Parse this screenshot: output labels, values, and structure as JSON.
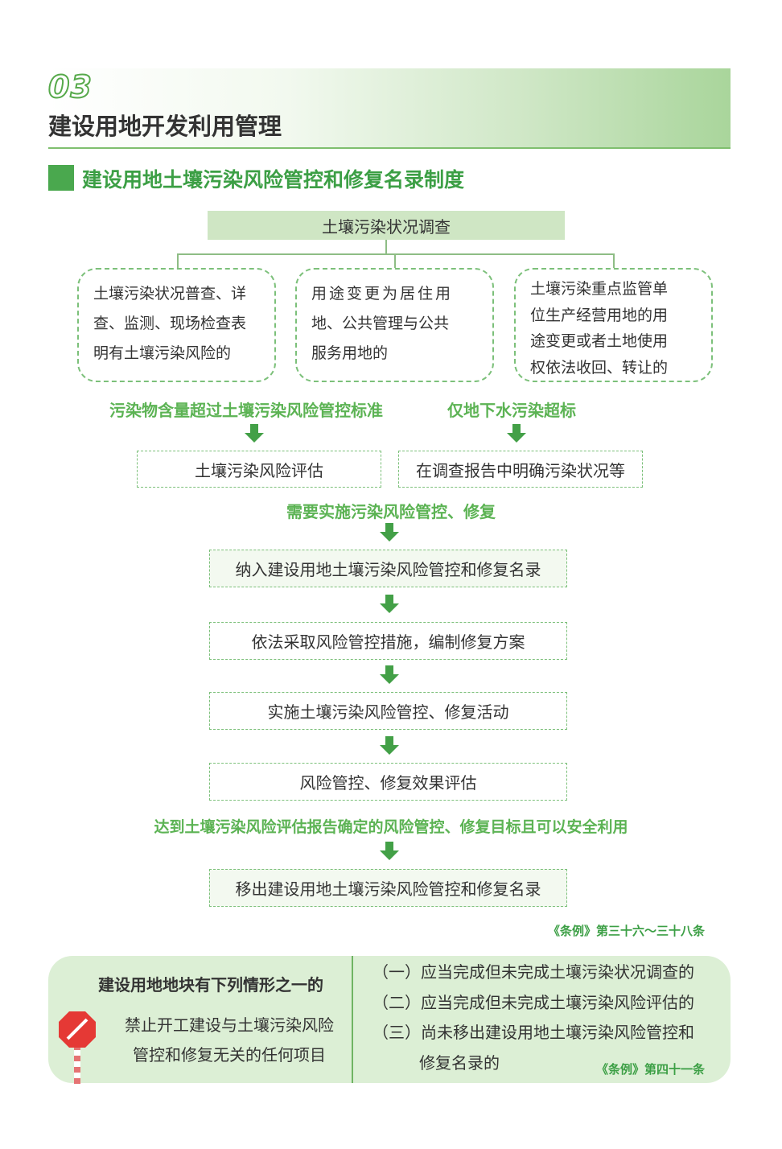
{
  "header": {
    "chapter_number": "03",
    "chapter_title": "建设用地开发利用管理",
    "section_title": "建设用地土壤污染风险管控和修复名录制度"
  },
  "flowchart": {
    "top_box": "土壤污染状况调查",
    "triggers": [
      [
        "土壤污染状况普查、详",
        "查、监测、现场检查表",
        "明有土壤污染风险的"
      ],
      [
        "用途变更为居住用",
        "地、公共管理与公共",
        "服务用地的"
      ],
      [
        "土壤污染重点监管单",
        "位生产经营用地的用",
        "途变更或者土地使用",
        "权依法收回、转让的"
      ]
    ],
    "condition_left": "污染物含量超过土壤污染风险管控标准",
    "condition_right": "仅地下水污染超标",
    "box_left": "土壤污染风险评估",
    "box_right": "在调查报告中明确污染状况等",
    "condition_middle": "需要实施污染风险管控、修复",
    "steps": [
      "纳入建设用地土壤污染风险管控和修复名录",
      "依法采取风险管控措施，编制修复方案",
      "实施土壤污染风险管控、修复活动",
      "风险管控、修复效果评估"
    ],
    "condition_final": "达到土壤污染风险评估报告确定的风险管控、修复目标且可以安全利用",
    "final_box": "移出建设用地土壤污染风险管控和修复名录",
    "citation": "《条例》第三十六～三十八条"
  },
  "bottom": {
    "heading": "建设用地地块有下列情形之一的",
    "prohibition": [
      "禁止开工建设与土壤污染风险",
      "管控和修复无关的任何项目"
    ],
    "items": [
      "（一）应当完成但未完成土壤污染状况调查的",
      "（二）应当完成但未完成土壤污染风险评估的",
      "（三）尚未移出建设用地土壤污染风险管控和",
      "修复名录的"
    ],
    "citation": "《条例》第四十一条",
    "icon": "stop-sign-icon"
  }
}
